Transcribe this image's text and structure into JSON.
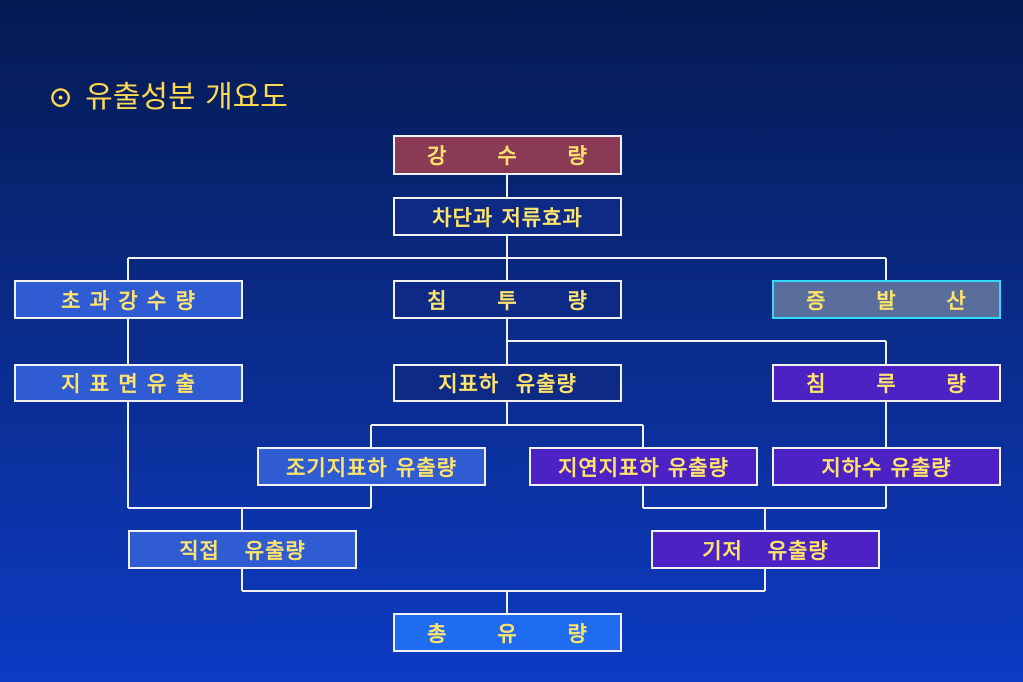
{
  "title": {
    "bullet": "⊙",
    "text": "유출성분 개요도"
  },
  "nodes": {
    "rainfall": {
      "label": "강      수      량",
      "color": "#8b3a55"
    },
    "interception": {
      "label": "차단과 저류효과",
      "color": "#0c2a86"
    },
    "excess_rain": {
      "label": "초 과 강 수 량",
      "color": "#2f5bd3"
    },
    "infiltration": {
      "label": "침      투      량",
      "color": "#0c2a86"
    },
    "evaporation": {
      "label": "증      발      산",
      "color": "#5a6e9e",
      "border": "#2fd9ff"
    },
    "surface_runoff": {
      "label": "지 표 면 유 출",
      "color": "#2f5bd3"
    },
    "subsurface_runoff": {
      "label": "지표하  유출량",
      "color": "#0c2a86"
    },
    "percolation": {
      "label": "침      루      량",
      "color": "#4c22c4"
    },
    "early_subsurface": {
      "label": "조기지표하 유출량",
      "color": "#2f5bd3"
    },
    "delayed_subsurface": {
      "label": "지연지표하 유출량",
      "color": "#4c22c4"
    },
    "groundwater_runoff": {
      "label": "지하수 유출량",
      "color": "#4c22c4"
    },
    "direct_runoff": {
      "label": "직접   유출량",
      "color": "#2f5bd3"
    },
    "base_runoff": {
      "label": "기저   유출량",
      "color": "#4c22c4"
    },
    "total_runoff": {
      "label": "총      유      량",
      "color": "#1f6cf0"
    }
  }
}
